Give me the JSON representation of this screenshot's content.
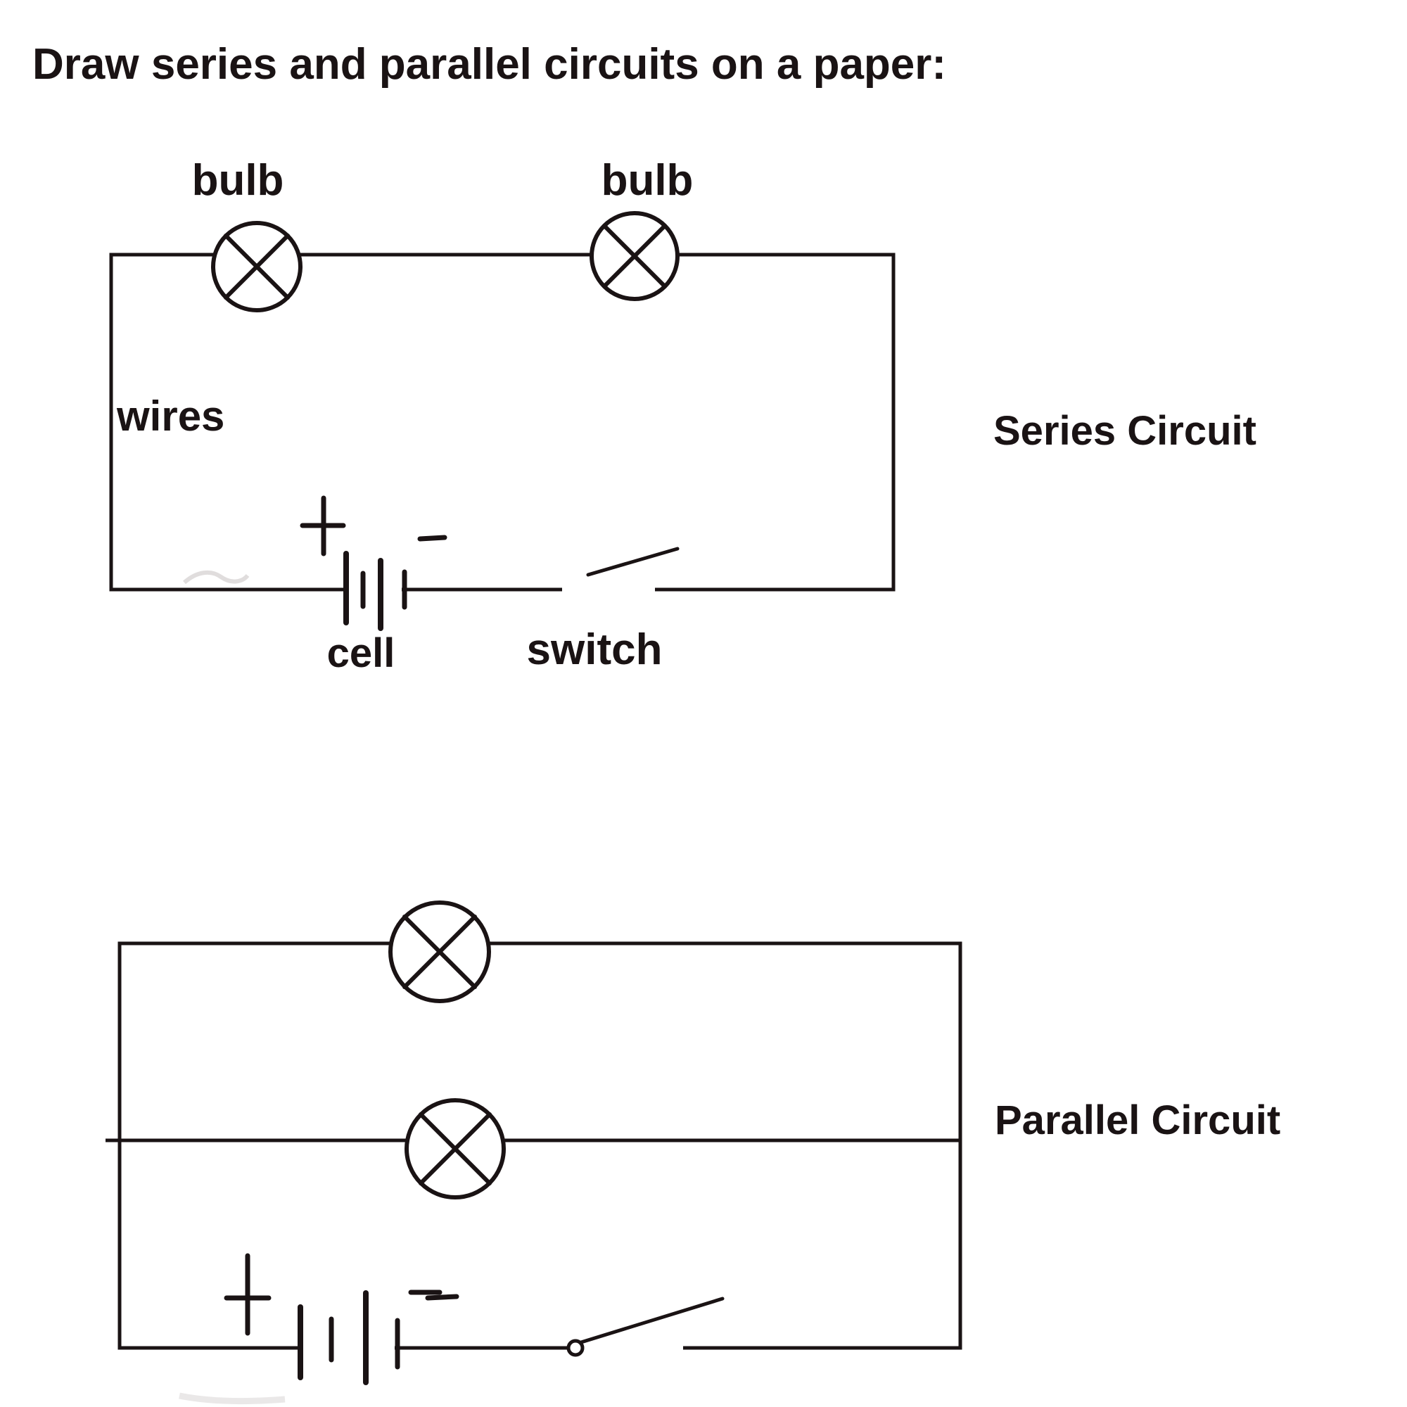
{
  "title": "Draw series and parallel circuits on a paper:",
  "colors": {
    "ink": "#1a1314",
    "label_salmon": "#e0615a",
    "label_red": "#ee1111",
    "background": "#ffffff"
  },
  "series_circuit": {
    "caption": "Series Circuit",
    "bulb_left_label": "bulb",
    "bulb_right_label": "bulb",
    "wires_label": "wires",
    "cell_label": "cell",
    "switch_label": "switch",
    "cell_polarity_positive": "+",
    "cell_polarity_negative": "−",
    "components": [
      "bulb",
      "bulb",
      "wires",
      "cell",
      "switch"
    ]
  },
  "parallel_circuit": {
    "caption": "Parallel Circuit",
    "branches": 3,
    "components": [
      "bulb",
      "bulb",
      "cell",
      "switch"
    ],
    "cell_polarity_positive": "+",
    "cell_polarity_negative": "−"
  }
}
